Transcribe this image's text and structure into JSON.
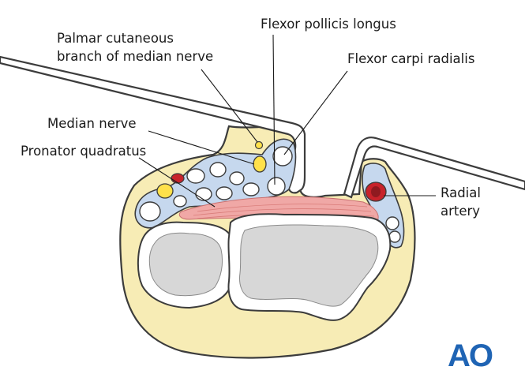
{
  "labels": {
    "flexor_pollicis_longus": "Flexor pollicis longus",
    "palmar_branch_line1": "Palmar cutaneous",
    "palmar_branch_line2": "branch of median nerve",
    "flexor_carpi_radialis": "Flexor carpi radialis",
    "median_nerve": "Median nerve",
    "pronator_quadratus": "Pronator quadratus",
    "radial_artery_line1": "Radial",
    "radial_artery_line2": "artery"
  },
  "logo": {
    "text": "AO"
  },
  "colors": {
    "skin": "#f7ecb5",
    "tendon_sheath": "#c6d8ee",
    "tendon": "#ffffff",
    "bone_cortex": "#ffffff",
    "bone_medulla": "#d7d7d7",
    "nerve": "#ffe14a",
    "artery": "#c8232b",
    "muscle": "#f0a8a6",
    "outline": "#3c3c3c",
    "logo": "#1f64b4"
  }
}
